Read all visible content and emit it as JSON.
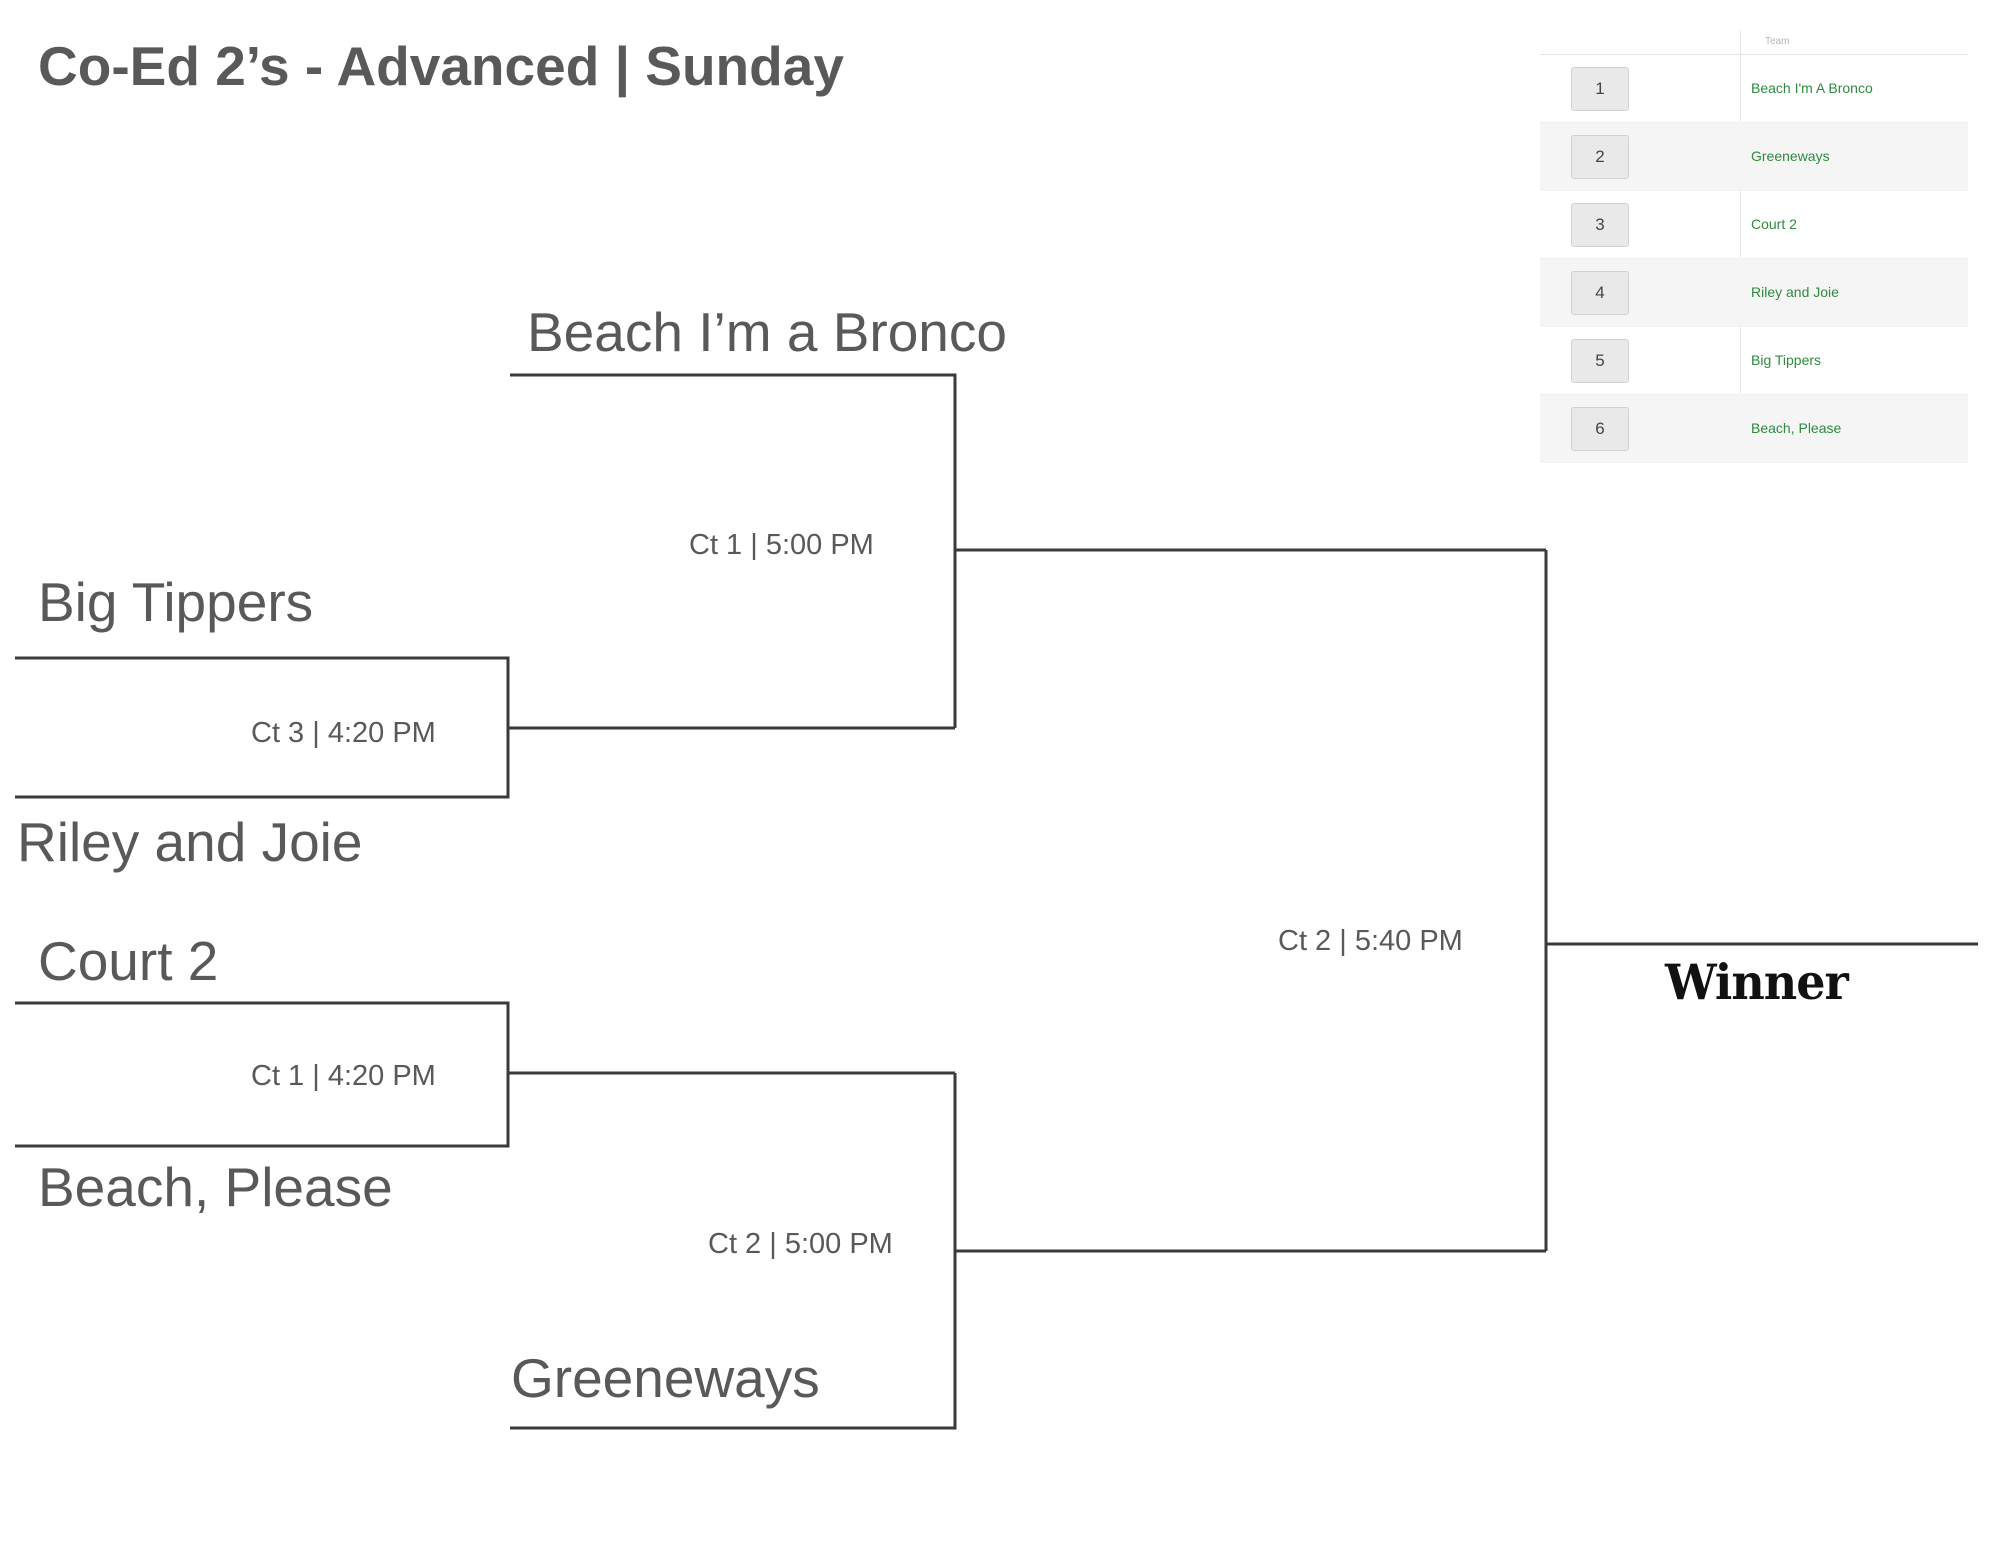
{
  "title": "Co-Ed 2’s - Advanced | Sunday",
  "bracket": {
    "first_round": [
      {
        "top_team": "Big Tippers",
        "bottom_team": "Riley and Joie",
        "match": "Ct 3 | 4:20 PM"
      },
      {
        "top_team": "Court 2",
        "bottom_team": "Beach, Please",
        "match": "Ct 1 | 4:20 PM"
      }
    ],
    "semifinals": [
      {
        "bye_team": "Beach I’m a Bronco",
        "match": "Ct 1 | 5:00 PM"
      },
      {
        "bye_team": "Greeneways",
        "match": "Ct 2 | 5:00 PM"
      }
    ],
    "final": {
      "match": "Ct 2 | 5:40 PM"
    },
    "winner_label": "Winner"
  },
  "seeds": {
    "header": "Team",
    "rows": [
      {
        "seed": "1",
        "team": "Beach I'm A Bronco"
      },
      {
        "seed": "2",
        "team": "Greeneways"
      },
      {
        "seed": "3",
        "team": "Court 2"
      },
      {
        "seed": "4",
        "team": "Riley and Joie"
      },
      {
        "seed": "5",
        "team": "Big Tippers"
      },
      {
        "seed": "6",
        "team": "Beach, Please"
      }
    ]
  },
  "colors": {
    "text": "#595959",
    "lines": "#3a3a3a",
    "seed_team_text": "#2e8b3e"
  }
}
